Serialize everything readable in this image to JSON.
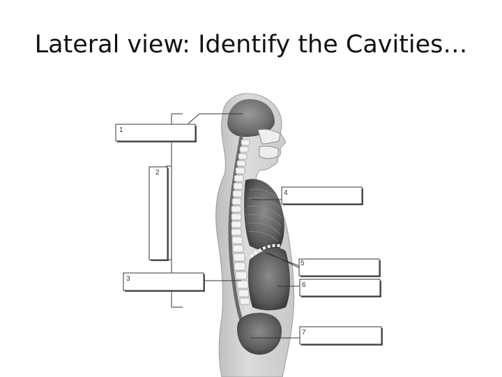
{
  "slide": {
    "title": "Lateral view: Identify the Cavities…"
  },
  "diagram": {
    "labels": [
      {
        "number": "1"
      },
      {
        "number": "2"
      },
      {
        "number": "3"
      },
      {
        "number": "4"
      },
      {
        "number": "5"
      },
      {
        "number": "6"
      },
      {
        "number": "7"
      }
    ],
    "colors": {
      "body": "#d2d2d2",
      "organ_dark": "#5a5a5a",
      "bone": "#f0f0f0",
      "line": "#333333"
    }
  }
}
